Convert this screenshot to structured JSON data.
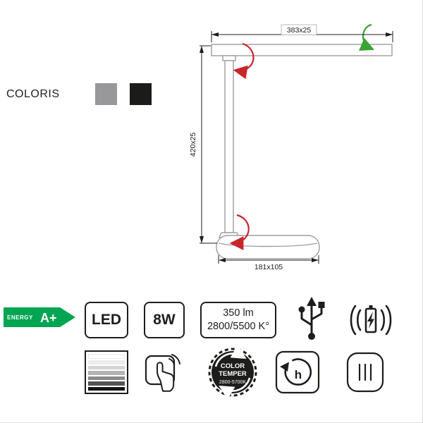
{
  "coloris": {
    "label": "COLORIS"
  },
  "diagram": {
    "dim_arm": "383x25",
    "dim_pole": "420x25",
    "dim_base": "181x105"
  },
  "specs": {
    "energy_label": "ENERGY",
    "energy_class": "A+",
    "led_label": "LED",
    "power_label": "8W",
    "lumens_line1": "350 lm",
    "lumens_line2": "2800/5500 K°",
    "color_temper_line1": "COLOR",
    "color_temper_line2": "TEMPER",
    "color_temper_line3": "2800-5700K",
    "timer_letter": "h"
  },
  "icons": {
    "usb": "usb-icon",
    "wireless_charging": "wireless-charging-icon",
    "dimmer_gradient": "dimmer-gradient-icon",
    "touch_control": "touch-control-icon",
    "color_temperature_badge": "color-temperature-badge-icon",
    "timer": "timer-icon",
    "brightness_levels": "brightness-levels-icon"
  },
  "colors": {
    "ink": "#1d1d1b",
    "outline_gray": "#9d9d9c",
    "red_arrow": "#c9252b",
    "green_arrow": "#3aa334",
    "energy_green": "#00a551",
    "swatch_gray": "#98989a",
    "swatch_black": "#1b1b19"
  }
}
